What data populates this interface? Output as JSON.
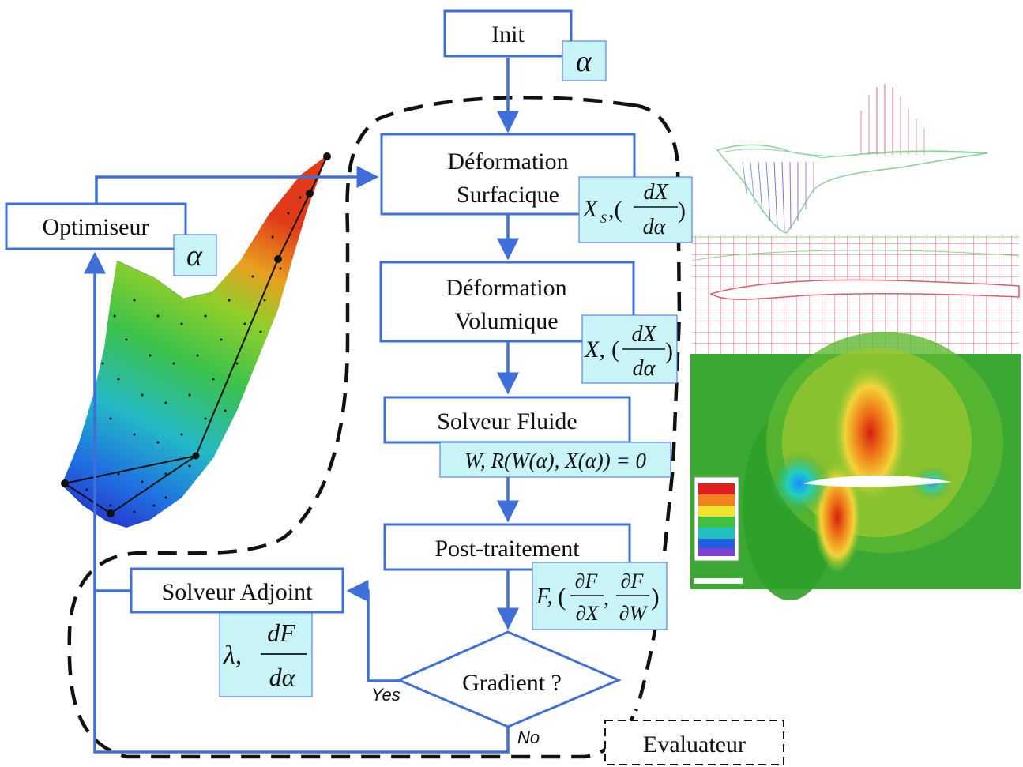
{
  "nodes": {
    "init": "Init",
    "deform_surface_1": "Déformation",
    "deform_surface_2": "Surfacique",
    "deform_volume_1": "Déformation",
    "deform_volume_2": "Volumique",
    "fluid_solver": "Solveur Fluide",
    "post_processing": "Post-traitement",
    "gradient": "Gradient ?",
    "adjoint_solver": "Solveur Adjoint",
    "optimizer": "Optimiseur",
    "evaluator": "Evaluateur"
  },
  "edges": {
    "yes": "Yes",
    "no": "No"
  },
  "math": {
    "alpha": "α",
    "lambda": "λ,",
    "xs_label": "X",
    "xs_sub": "S",
    "dxs": "dX",
    "d_alpha": "dα",
    "x_label": "X,",
    "dx": "dX",
    "state_eq": "W, R(W(α), X(α)) = 0",
    "f_label": "F,",
    "dF": "∂F",
    "dX_partial": "∂X",
    "dW_partial": "∂W",
    "dF_total": "dF"
  },
  "colors": {
    "flow_blue": "#3f6fd8",
    "tag_fill": "#c8f4f8",
    "field_green": "#3aa832"
  }
}
